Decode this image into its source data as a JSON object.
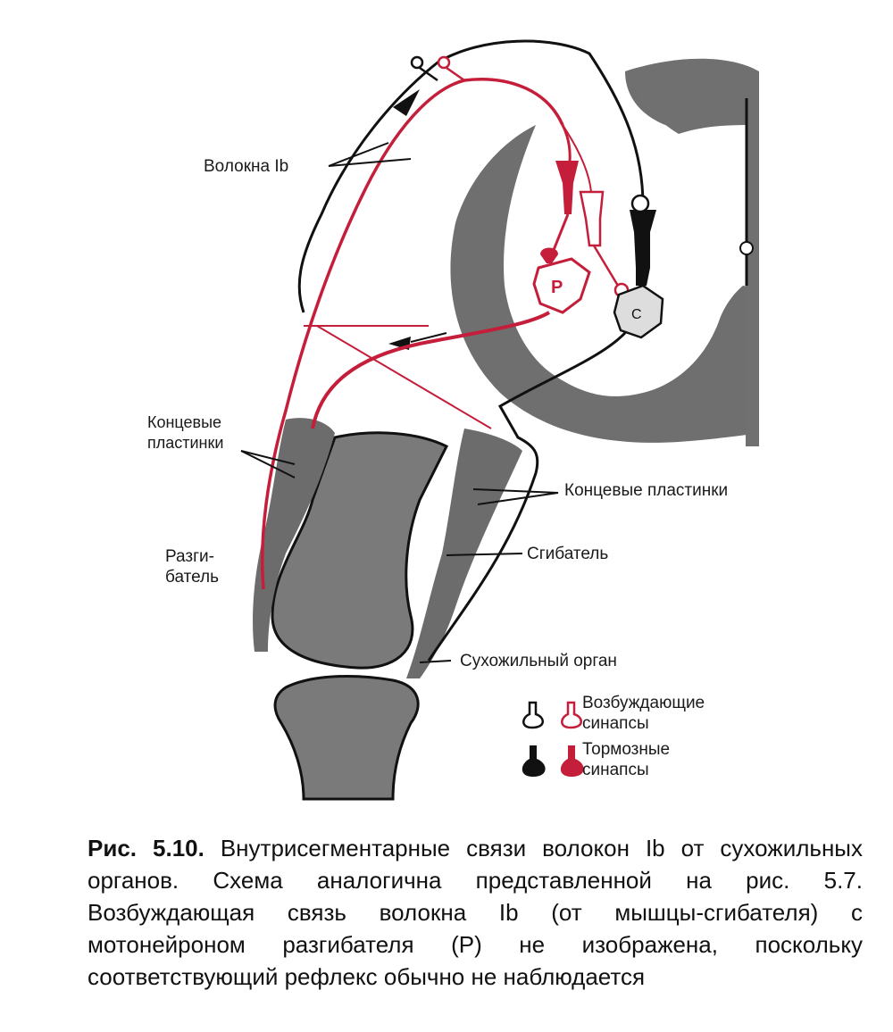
{
  "labels": {
    "fibers_ib": "Волокна Ib",
    "end_plates_left": [
      "Концевые",
      "пластинки"
    ],
    "end_plates_right": "Концевые пластинки",
    "extensor": [
      "Разги-",
      "батель"
    ],
    "flexor": "Сгибатель",
    "tendon_organ": "Сухожильный орган",
    "neuron_p": "P",
    "neuron_c": "C"
  },
  "legend": {
    "excitatory": [
      "Возбуждающие",
      "синапсы"
    ],
    "inhibitory": [
      "Тормозные",
      "синапсы"
    ]
  },
  "caption": {
    "number": "Рис. 5.10.",
    "text": "Внутрисегментарные связи волокон Ib от сухожильных органов. Схема аналогична представленной на рис. 5.7. Возбуждающая связь волокна Ib (от мышцы-сгибателя) с мотонейроном разгибателя (P) не изображена, поскольку соответствующий рефлекс обычно не наблюдается"
  },
  "colors": {
    "red": "#c41e3a",
    "gray": "#777777",
    "black": "#111111"
  }
}
